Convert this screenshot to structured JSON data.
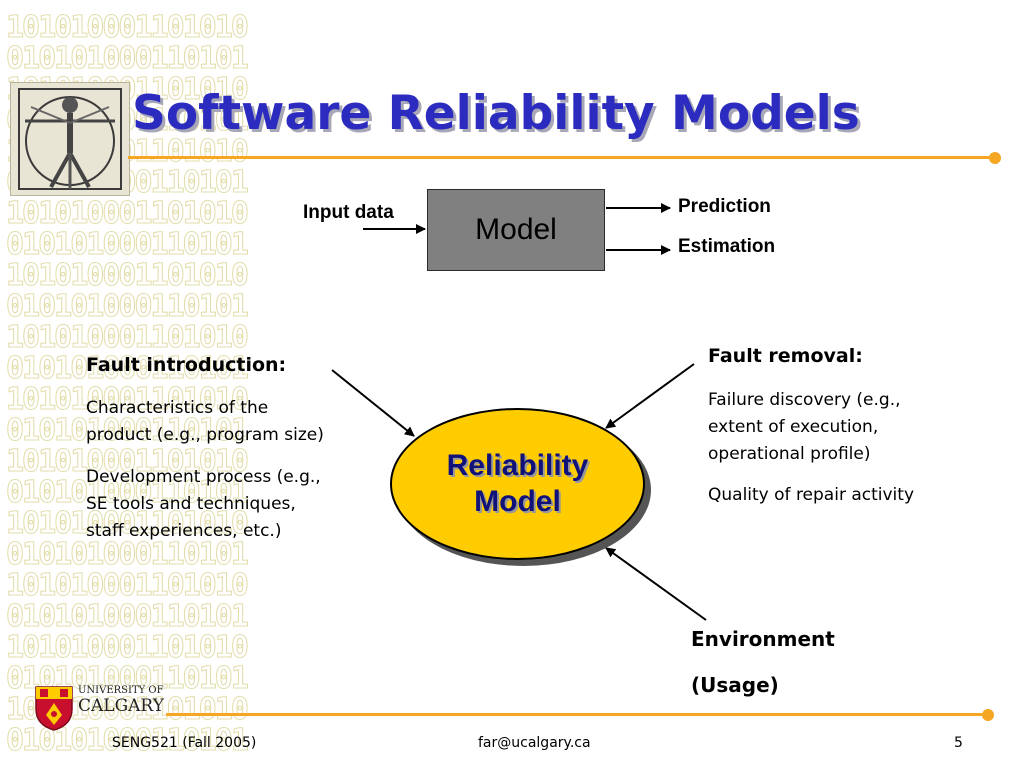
{
  "slide": {
    "title": "Software Reliability Models"
  },
  "background": {
    "binary_lines": [
      "101010001101010",
      "010101000110101",
      "101010001101010",
      "010101000110101",
      "101010001101010",
      "010101000110101",
      "101010001101010",
      "010101000110101",
      "101010001101010",
      "010101000110101",
      "101010001101010",
      "010101000110101",
      "101010001101010",
      "010101000110101",
      "101010001101010",
      "010101000110101",
      "101010001101010",
      "010101000110101",
      "101010001101010",
      "010101000110101",
      "101010001101010",
      "010101000110101",
      "101010001101010",
      "010101000110101"
    ]
  },
  "top_diagram": {
    "input_label": "Input data",
    "model_label": "Model",
    "output_1": "Prediction",
    "output_2": "Estimation"
  },
  "center": {
    "line_1": "Reliability",
    "line_2": "Model"
  },
  "fault_introduction": {
    "heading": "Fault introduction:",
    "item_1a": "Characteristics of the",
    "item_1b": "product (e.g., program size)",
    "item_2a": "Development process (e.g.,",
    "item_2b": "SE tools and techniques,",
    "item_2c": "staff experiences, etc.)"
  },
  "fault_removal": {
    "heading": "Fault removal:",
    "item_1a": "Failure discovery (e.g.,",
    "item_1b": "extent of execution,",
    "item_1c": "operational profile)",
    "item_2": "Quality of repair activity"
  },
  "environment": {
    "line_1": "Environment",
    "line_2": "(Usage)"
  },
  "logo": {
    "line_1": "UNIVERSITY OF",
    "line_2": "CALGARY"
  },
  "footer": {
    "course": "SENG521 (Fall 2005)",
    "email": "far@ucalgary.ca",
    "page_number": "5"
  },
  "colors": {
    "title": "#2b2bbf",
    "accent_orange": "#f5a623",
    "ellipse_fill": "#ffcc00",
    "model_box": "#808080",
    "ellipse_text": "#11117a"
  }
}
